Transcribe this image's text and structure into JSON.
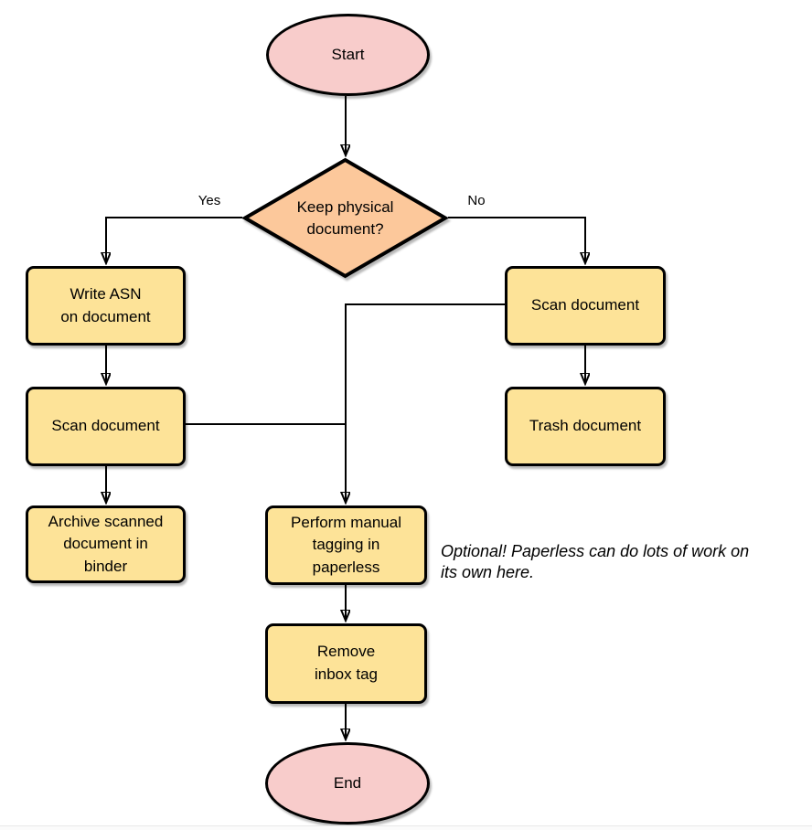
{
  "colors": {
    "terminal_fill": "#f8cccb",
    "decision_fill": "#fcc89b",
    "process_fill": "#fde398",
    "stroke": "#000000",
    "window_edge": "#e8e8e8"
  },
  "nodes": {
    "start": {
      "label": "Start",
      "type": "terminal"
    },
    "decision": {
      "label": "Keep physical\ndocument?",
      "type": "decision"
    },
    "write_asn": {
      "label": "Write ASN\non document",
      "type": "process"
    },
    "scan_left": {
      "label": "Scan document",
      "type": "process"
    },
    "archive": {
      "label": "Archive scanned\ndocument in\nbinder",
      "type": "process"
    },
    "scan_right": {
      "label": "Scan document",
      "type": "process"
    },
    "trash": {
      "label": "Trash document",
      "type": "process"
    },
    "perform_tagging": {
      "label": "Perform manual\ntagging in\npaperless",
      "type": "process"
    },
    "remove_inbox": {
      "label": "Remove\ninbox tag",
      "type": "process"
    },
    "end": {
      "label": "End",
      "type": "terminal"
    }
  },
  "edge_labels": {
    "yes": "Yes",
    "no": "No"
  },
  "annotation": {
    "text": "Optional! Paperless can do lots of work on\nits own here."
  }
}
